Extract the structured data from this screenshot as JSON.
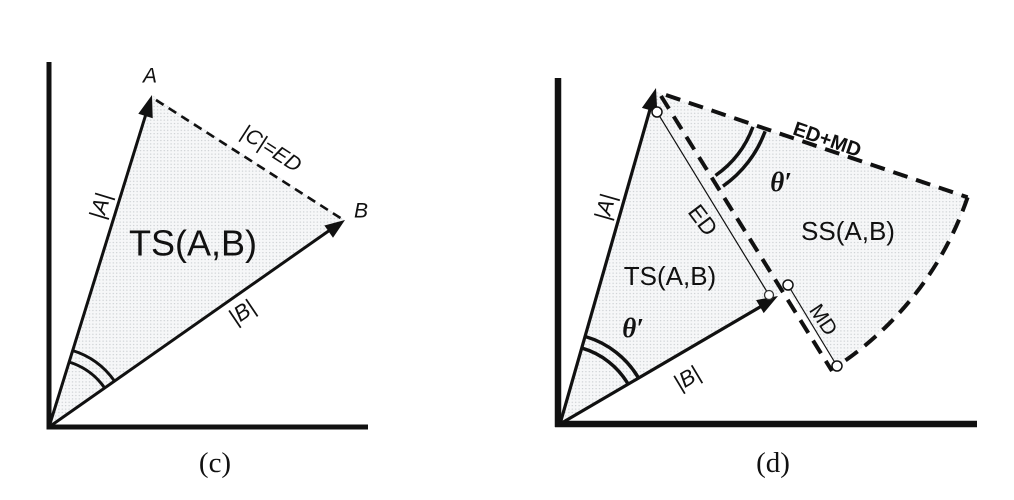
{
  "figure": {
    "panel_c": {
      "caption": "(c)",
      "vector_a_label": "A",
      "vector_b_label": "B",
      "mag_a_label": "|A|",
      "mag_b_label": "|B|",
      "chord_label": "|C|=ED",
      "region_label": "TS(A,B)"
    },
    "panel_d": {
      "caption": "(d)",
      "mag_a_label": "|A|",
      "mag_b_label": "|B|",
      "triangle_region_label": "TS(A,B)",
      "sector_region_label": "SS(A,B)",
      "ed_label": "ED",
      "md_label": "MD",
      "ed_plus_md_label": "ED+MD",
      "theta_origin_label": "θ′",
      "theta_apex_label": "θ′"
    },
    "colors": {
      "line": "#111111",
      "fill_base": "#f6f7f8",
      "fill_dot": "#c7cbce",
      "text": "#111111",
      "background": "#ffffff"
    }
  }
}
